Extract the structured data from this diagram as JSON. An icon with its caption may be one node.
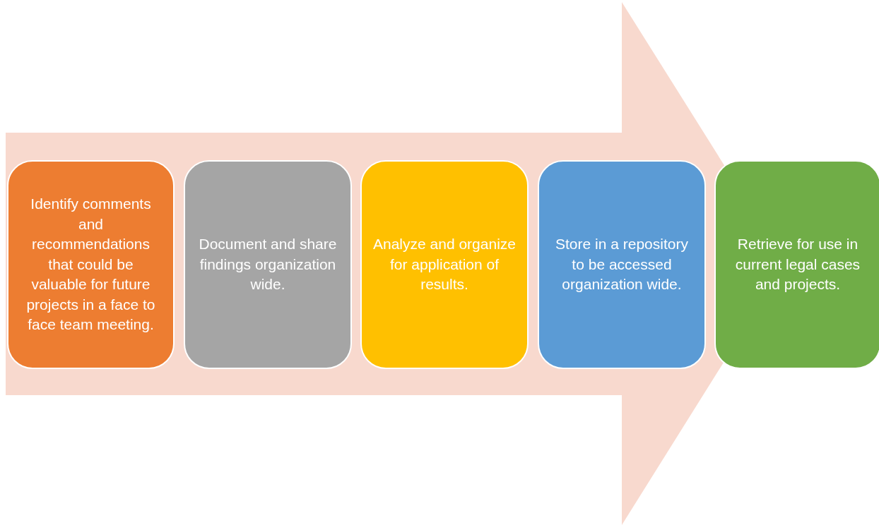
{
  "diagram": {
    "nodes": [
      {
        "text": [
          "Identify comments and recommendations that could be valuable for future projects in a face to face team meeting."
        ]
      },
      {
        "text": [
          "Document and share findings organization wide."
        ]
      },
      {
        "text": [
          "Analyze and organize for application of results."
        ]
      },
      {
        "text": [
          "Store in a repository to be accessed organization wide."
        ]
      },
      {
        "text": [
          "Retrieve for use in current legal cases and projects."
        ]
      }
    ],
    "edges": [
      {
        "from": 0,
        "to": 4,
        "arrow": "to"
      }
    ]
  }
}
